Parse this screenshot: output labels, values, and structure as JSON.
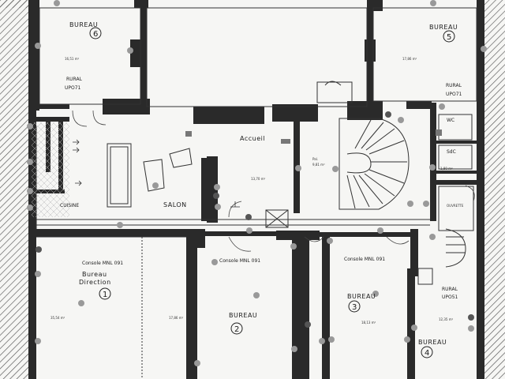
{
  "rooms": {
    "bureau6": {
      "title": "BUREAU",
      "number": "6",
      "area": "16,51 m²",
      "rural": "RURAL",
      "code": "UPO71"
    },
    "bureau5": {
      "title": "BUREAU",
      "number": "5",
      "area": "17,86 m²",
      "rural": "RURAL",
      "code": "UPO71"
    },
    "accueil": {
      "title": "Accueil",
      "area": "13,70 m²"
    },
    "salon": {
      "title": "SALON"
    },
    "cuisine": {
      "title": "CUISINE"
    },
    "stair_area": {
      "label": "Pal.",
      "area": "9,81 m²"
    },
    "wc": {
      "title": "WC"
    },
    "sdc": {
      "title": "SdC",
      "area": "1,80 m²"
    },
    "ouvrette": {
      "title": "OUVRETTE"
    },
    "bureau1": {
      "console": "Console MNL 091",
      "title1": "Bureau",
      "title2": "Direction",
      "number": "1",
      "area": "35,54 m²"
    },
    "bureau1b": {
      "area": "17,86 m²"
    },
    "bureau2": {
      "console": "Console MNL 091",
      "title": "BUREAU",
      "number": "2"
    },
    "bureau3": {
      "console": "Console MNL 091",
      "title": "BUREAU",
      "number": "3",
      "area": "18,13 m²"
    },
    "bureau4": {
      "rural": "RURAL",
      "code": "UPO51",
      "title": "BUREAU",
      "number": "4",
      "area": "12,35 m²"
    }
  },
  "colors": {
    "wall": "#2a2a2a",
    "hatch": "#555555",
    "marker": "#999999",
    "marker_dark": "#555555",
    "accent": "#444444"
  }
}
